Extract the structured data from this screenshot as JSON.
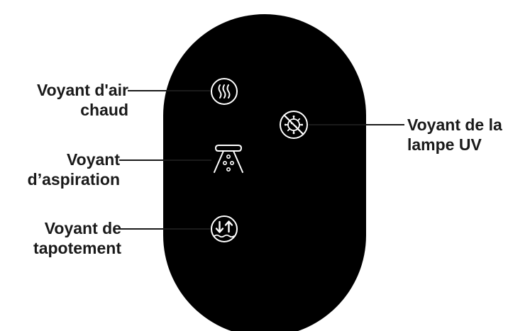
{
  "colors": {
    "panel": "#000000",
    "icon_stroke": "#ffffff",
    "label_text": "#1a1a1a",
    "leader_line": "#1a1a1a"
  },
  "indicators": [
    {
      "icon": "hot-air-waves-icon",
      "label_lines": [
        "Voyant d'air",
        "chaud"
      ]
    },
    {
      "icon": "suction-nozzle-icon",
      "label_lines": [
        "Voyant",
        "d’aspiration"
      ]
    },
    {
      "icon": "tapping-arrows-icon",
      "label_lines": [
        "Voyant de",
        "tapotement"
      ]
    },
    {
      "icon": "uv-lamp-crossed-virus-icon",
      "label_lines": [
        "Voyant de la",
        "lampe UV"
      ]
    }
  ]
}
